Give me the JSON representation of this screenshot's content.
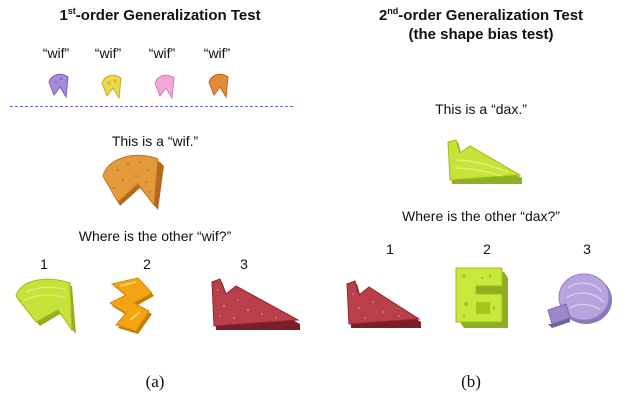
{
  "panel_a": {
    "title_pre": "1",
    "title_sup": "st",
    "title_post": "-order Generalization Test",
    "exemplar_labels": [
      "“wif”",
      "“wif”",
      "“wif”",
      "“wif”"
    ],
    "exemplar_colors": [
      "#a78bd8",
      "#ecd84a",
      "#f2a8d6",
      "#e28a36"
    ],
    "target_text": "This is a “wif.”",
    "question": "Where is the other “wif?”",
    "choice_numbers": [
      "1",
      "2",
      "3"
    ],
    "caption": "(a)"
  },
  "panel_b": {
    "title_line1_pre": "2",
    "title_line1_sup": "nd",
    "title_line1_post": "-order Generalization Test",
    "title_line2": "(the shape bias test)",
    "target_text": "This is a “dax.”",
    "question": "Where is the other “dax?”",
    "choice_numbers": [
      "1",
      "2",
      "3"
    ],
    "caption": "(b)"
  },
  "colors": {
    "lime": "#c7e33a",
    "orange_sponge": "#e39a3c",
    "gold": "#f3a412",
    "red_sponge": "#b9404a",
    "cheese": "#c9e83c",
    "lavender": "#b7a4dd",
    "divider": "#5b6fc7"
  }
}
